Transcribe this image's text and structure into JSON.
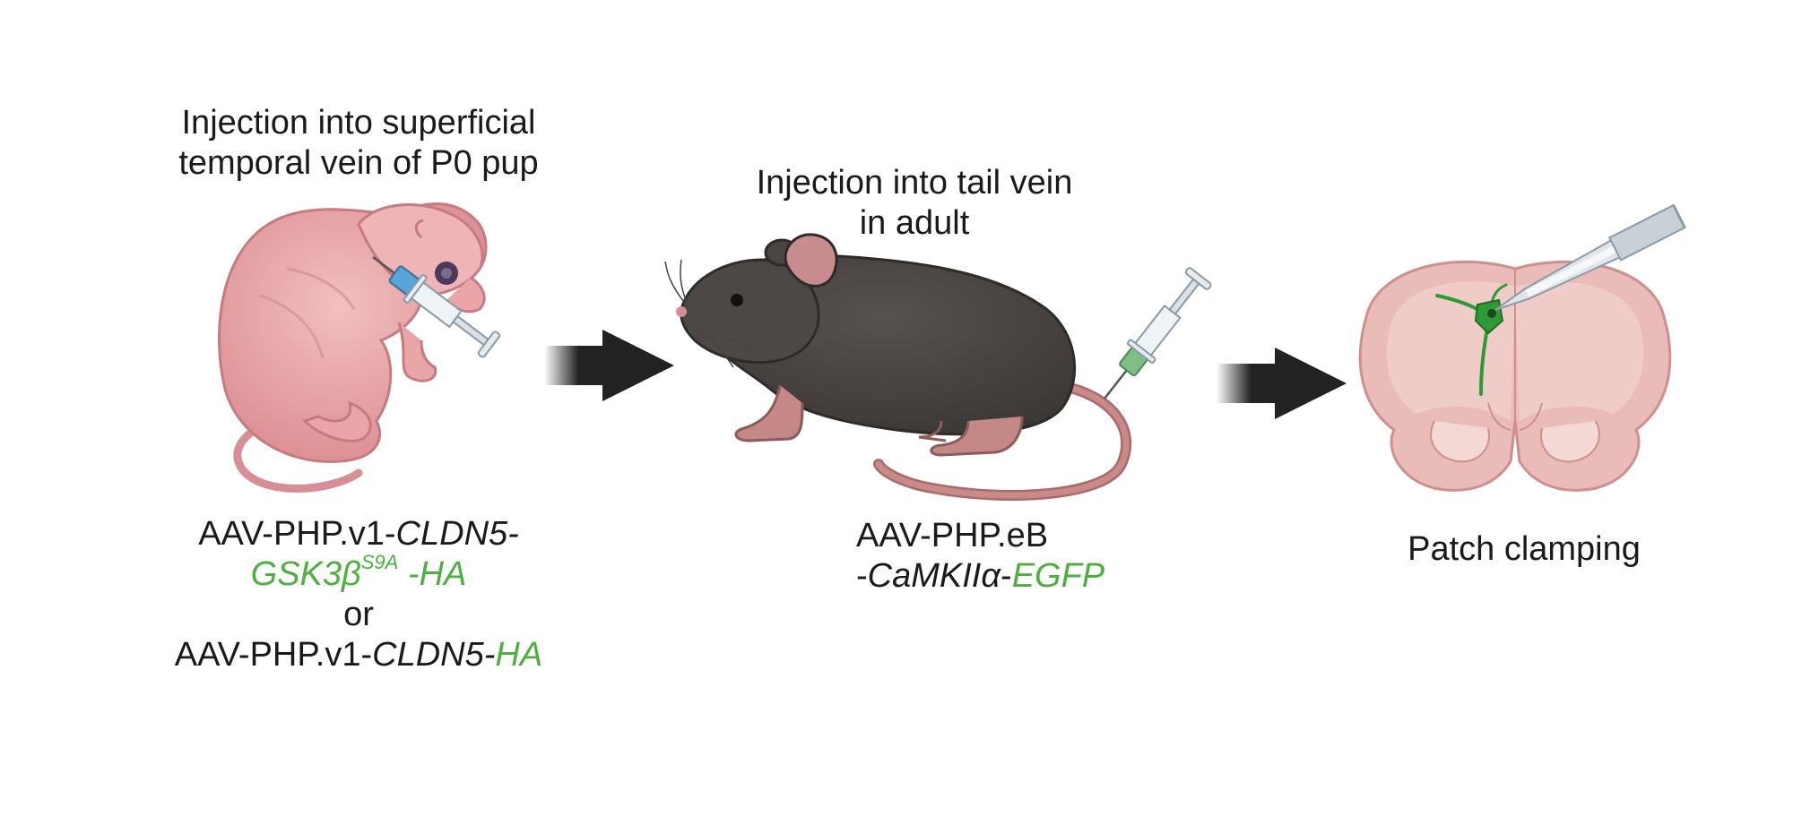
{
  "step1": {
    "title_line1": "Injection into superficial",
    "title_line2": "temporal vein of P0 pup",
    "label": {
      "l1_a": "AAV-PHP.v1-",
      "l1_b": "CLDN5-",
      "l2_a": "GSK3β",
      "l2_sup": "S9A",
      "l2_b": " -HA",
      "l3": "or",
      "l4_a": "AAV-PHP.v1-",
      "l4_b": "CLDN5-",
      "l4_c": "HA"
    }
  },
  "step2": {
    "title_line1": "Injection into tail vein",
    "title_line2": "in adult",
    "label": {
      "l1": "AAV-PHP.eB",
      "l2_a": "-",
      "l2_b": "CaMKIIα",
      "l2_c": "-",
      "l2_d": "EGFP"
    }
  },
  "step3": {
    "label": "Patch clamping"
  },
  "colors": {
    "text": "#1a1a1a",
    "green_label": "#4caf3f",
    "arrow": "#222222",
    "pup_skin": "#e8a7a9",
    "mouse_fur": "#4a4542",
    "brain_tissue": "#e9bcb9",
    "neuron": "#2f9a35"
  },
  "icons": [
    "neonatal-pup-icon",
    "syringe-blue-icon",
    "adult-mouse-icon",
    "syringe-green-icon",
    "brain-slice-icon",
    "patch-pipette-icon",
    "neuron-icon",
    "arrow-right-icon"
  ]
}
